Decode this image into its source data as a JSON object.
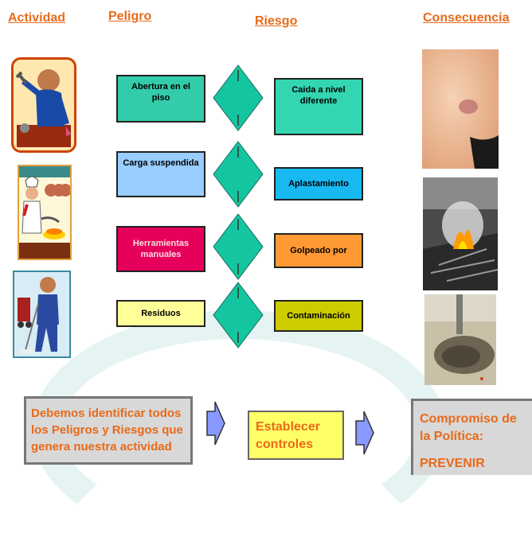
{
  "headers": {
    "actividad": "Actividad",
    "peligro": "Peligro",
    "riesgo": "Riesgo",
    "consecuencia": "Consecuencia"
  },
  "activities": [
    {
      "icon": "mechanic-wrench-illustration"
    },
    {
      "icon": "cook-kitchen-illustration"
    },
    {
      "icon": "cleaner-mop-illustration"
    }
  ],
  "hazards": [
    {
      "label": "Abertura en el piso",
      "color": "#33ccaa"
    },
    {
      "label": "Carga suspendida",
      "color": "#99ccff"
    },
    {
      "label": "Herramientas manuales",
      "color": "#e6005c"
    },
    {
      "label": "Residuos",
      "color": "#ffff99"
    }
  ],
  "risks": [
    {
      "label": "Caida a nivel diferente",
      "color": "#33d6b0"
    },
    {
      "label": "Aplastamiento",
      "color": "#18b8f0"
    },
    {
      "label": "Golpeado por",
      "color": "#ff9933"
    },
    {
      "label": "Contaminación",
      "color": "#cccc00"
    }
  ],
  "consequences": [
    {
      "icon": "skin-injury-photo"
    },
    {
      "icon": "fire-photo"
    },
    {
      "icon": "contaminated-soil-photo"
    }
  ],
  "colors": {
    "header": "#e86a1a",
    "diamond": "#13c6a0",
    "arrow": "#8899ff"
  },
  "bottom": {
    "identify": "Debemos identificar todos los Peligros y Riesgos que genera nuestra actividad",
    "controls": "Establecer controles",
    "commitment": "Compromiso de la Política:",
    "prevent": "PREVENIR"
  }
}
